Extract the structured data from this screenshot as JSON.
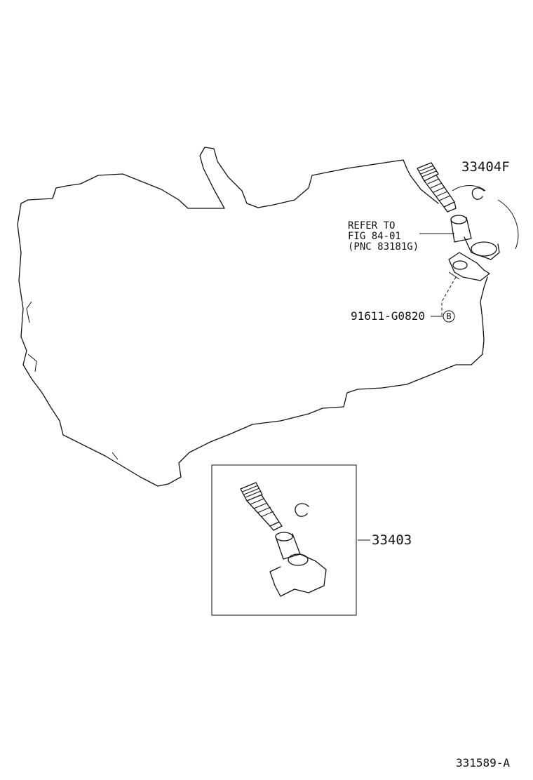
{
  "callouts": {
    "driven_gear_part": "33404F",
    "refer_line1": "REFER TO",
    "refer_line2": "FIG 84-01",
    "refer_line3": "(PNC 83181G)",
    "bolt_part": "91611-G0820",
    "bolt_marker": "B",
    "kit_part": "33403"
  },
  "footer": {
    "illustration_id": "331589-A"
  },
  "colors": {
    "ink": "#111111",
    "background": "#ffffff"
  }
}
